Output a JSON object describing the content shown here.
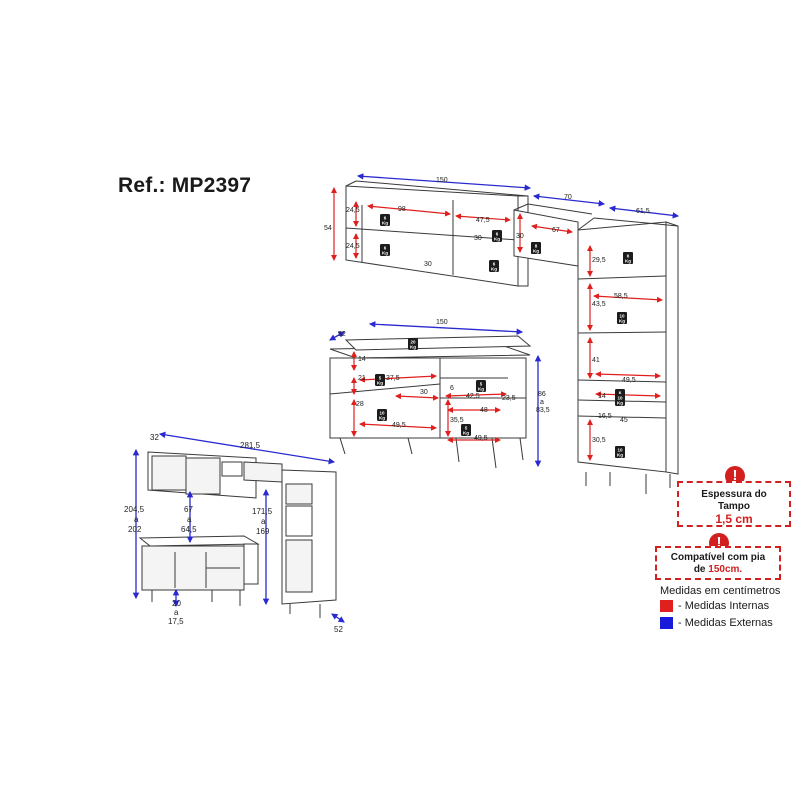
{
  "ref": "Ref.: MP2397",
  "notes": {
    "tampo_line1": "Espessura do",
    "tampo_line2": "Tampo",
    "tampo_value": "1,5 cm",
    "pia_line1": "Compatível com pia",
    "pia_prefix": "de ",
    "pia_value": "150cm."
  },
  "legend": {
    "title": "Medidas em centímetros",
    "internal": "- Medidas Internas",
    "external": "- Medidas Externas",
    "internal_color": "#e0201e",
    "external_color": "#1a1adb"
  },
  "colors": {
    "accent_red": "#d21f1f",
    "line": "#3a3a3a",
    "blue_dim": "#2a2ad0",
    "red_dim": "#e0201e"
  },
  "weight_unit": "Kg",
  "dims": {
    "top_150": "150",
    "top_70": "70",
    "top_61_5": "61,5",
    "top_54": "54",
    "top_24_5a": "24,5",
    "top_24_5b": "24,5",
    "top_98": "98",
    "top_47_5": "47,5",
    "top_30a": "30",
    "top_30b": "30",
    "top_30c": "30",
    "top_67": "67",
    "tall_29_5": "29,5",
    "tall_43_5": "43,5",
    "tall_58_5": "58,5",
    "tall_41": "41",
    "tall_49_5": "49,5",
    "tall_14": "14",
    "tall_16_5": "16,5",
    "tall_45": "45",
    "tall_30_5": "30,5",
    "base_52": "52",
    "base_150": "150",
    "base_86": "86",
    "base_a": "a",
    "base_83_5": "83,5",
    "base_14": "14",
    "base_21": "21",
    "base_37_5": "37,5",
    "base_30": "30",
    "base_6": "6",
    "base_42_5": "42,5",
    "base_23_5": "23,5",
    "base_48": "48",
    "base_28": "28",
    "base_49_5a": "49,5",
    "base_35_5": "35,5",
    "base_49_5b": "49,5",
    "ov_32": "32",
    "ov_281_5": "281,5",
    "ov_204_5": "204,5",
    "ov_a1": "a",
    "ov_202": "202",
    "ov_67": "67",
    "ov_a2": "a",
    "ov_64_5": "64,5",
    "ov_171_5": "171,5",
    "ov_a3": "a",
    "ov_169": "169",
    "ov_20": "20",
    "ov_a4": "a",
    "ov_17_5": "17,5",
    "ov_52": "52"
  },
  "weights": [
    "6",
    "6",
    "6",
    "6",
    "6",
    "6",
    "6",
    "6",
    "20",
    "5",
    "5",
    "10",
    "5",
    "10",
    "6",
    "10",
    "8",
    "10",
    "10"
  ]
}
